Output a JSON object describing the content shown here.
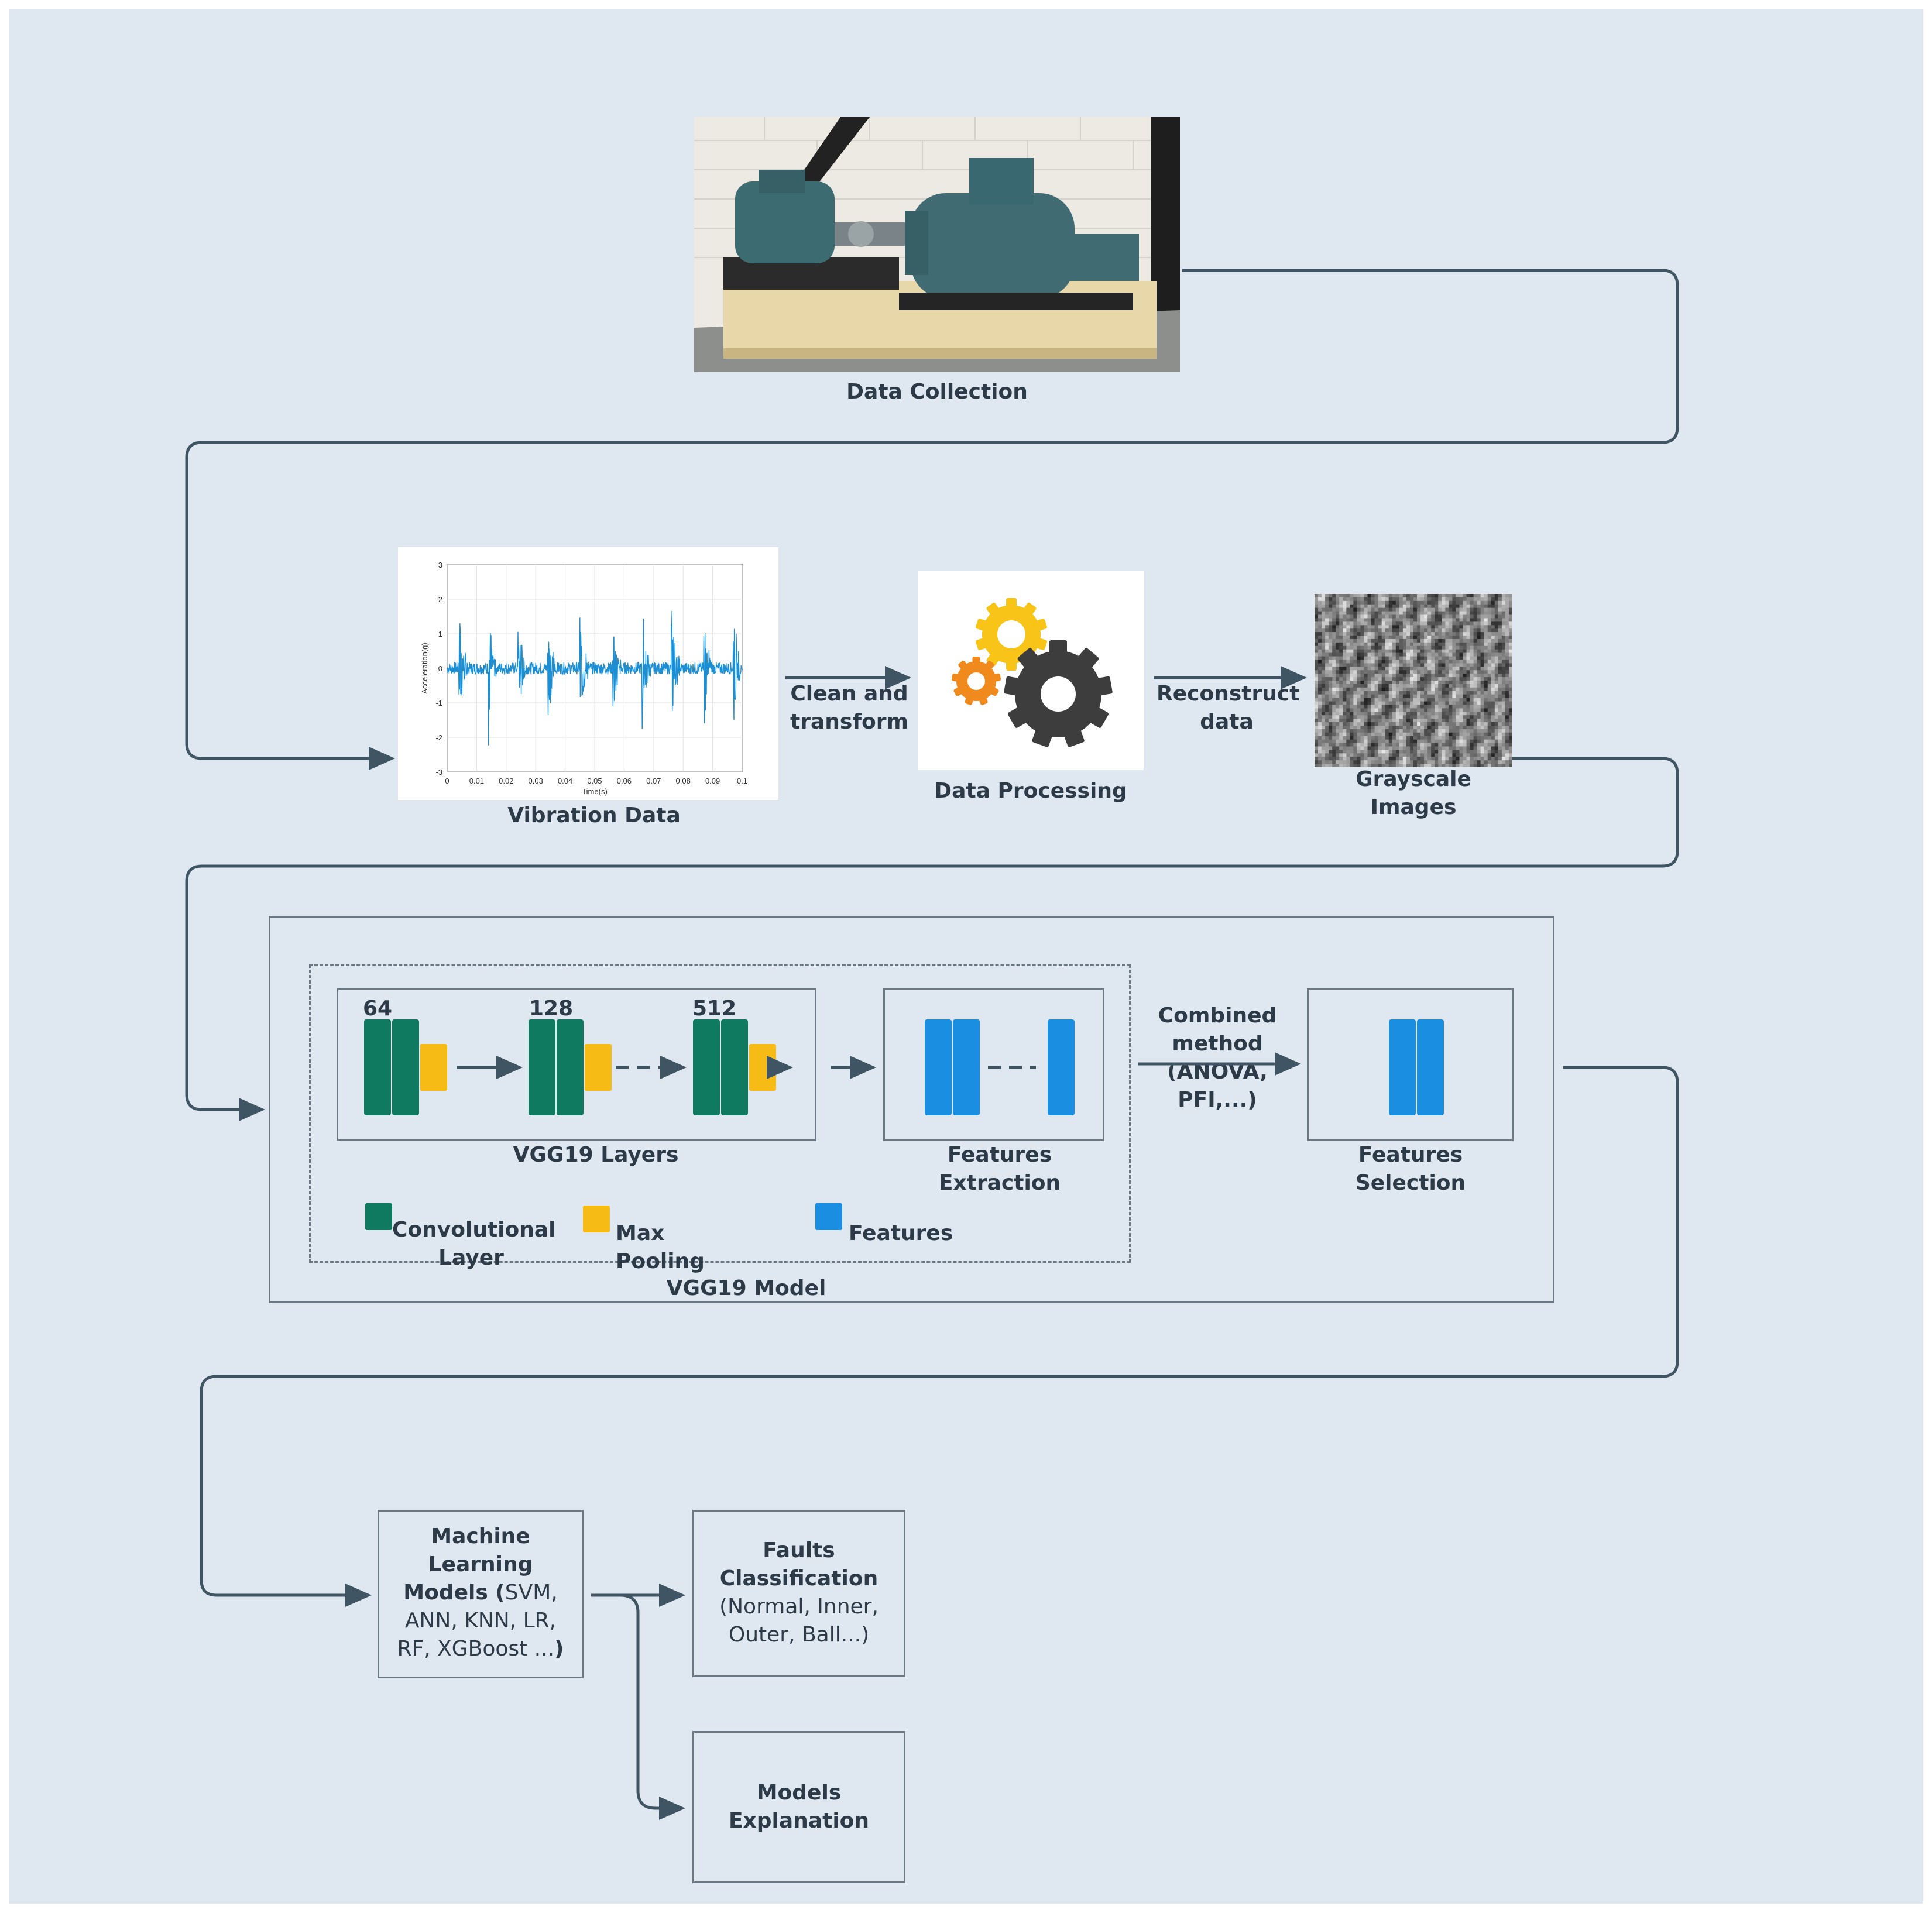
{
  "colors": {
    "background": "#dfe8f0",
    "line": "#3f5564",
    "convolutional": "#0f7a5f",
    "max_pooling": "#f7bb16",
    "features": "#1a8ee0",
    "gear_yellow": "#f7c417",
    "gear_orange": "#f08a1d",
    "gear_dark": "#3d3d3d",
    "signal": "#1c8fd4"
  },
  "stages": {
    "data_collection": "Data Collection",
    "vibration_data": "Vibration Data",
    "data_processing": "Data Processing",
    "grayscale_images": [
      "Grayscale",
      "Images"
    ]
  },
  "arrows": {
    "clean_transform": [
      "Clean and",
      "transform"
    ],
    "reconstruct": [
      "Reconstruct",
      "data"
    ],
    "combined_method": [
      "Combined",
      "method",
      "(ANOVA,",
      "PFI,...)"
    ]
  },
  "vibration_plot": {
    "yticks": [
      "3",
      "2",
      "1",
      "0",
      "-1",
      "-2",
      "-3"
    ],
    "xticks": [
      "0",
      "0.01",
      "0.02",
      "0.03",
      "0.04",
      "0.05",
      "0.06",
      "0.07",
      "0.08",
      "0.09",
      "0.1"
    ],
    "ylabel": "Acceleration(g)",
    "xlabel": "Time(s)"
  },
  "vgg": {
    "model_label": "VGG19 Model",
    "layers_label": "VGG19 Layers",
    "filters": [
      "64",
      "128",
      "512"
    ],
    "extraction_label": [
      "Features",
      "Extraction"
    ],
    "selection_label": [
      "Features",
      "Selection"
    ],
    "legend": {
      "conv": [
        "Convolutional",
        "Layer"
      ],
      "pool": "Max Pooling",
      "features": "Features"
    }
  },
  "ml": {
    "models": [
      "Machine",
      "Learning"
    ],
    "models_bold": "Models (",
    "models_list_1": "SVM,",
    "models_list_2": "ANN, KNN, LR,",
    "models_list_3": "RF, XGBoost ...",
    "models_close": ")",
    "faults_title": [
      "Faults",
      "Classification"
    ],
    "faults_list": [
      "(Normal, Inner,",
      "Outer, Ball...)"
    ],
    "explanation": [
      "Models",
      "Explanation"
    ]
  }
}
